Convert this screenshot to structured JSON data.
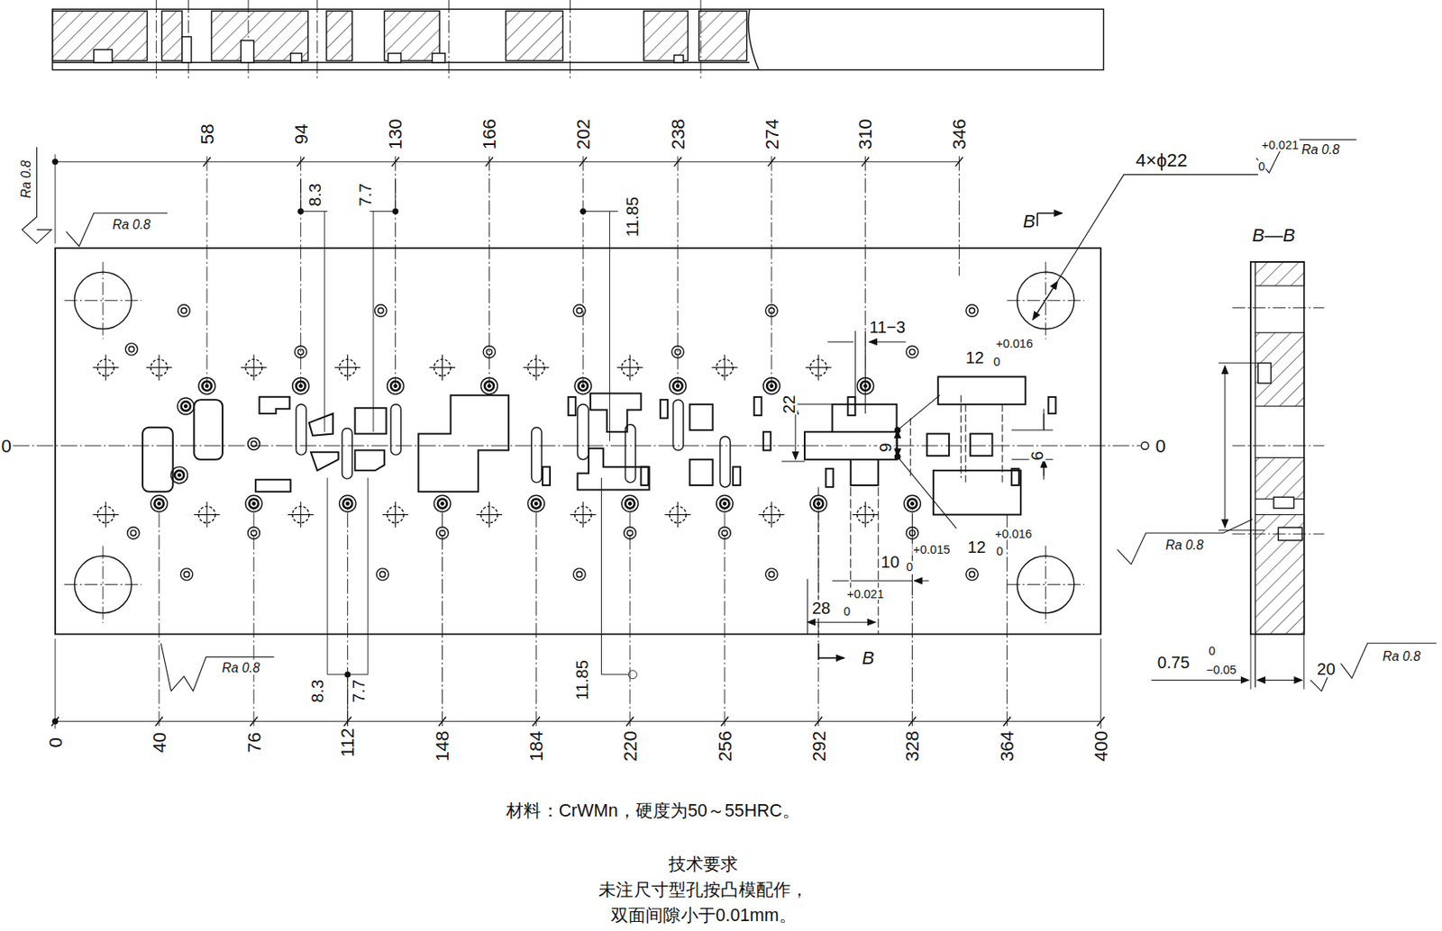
{
  "diagram": {
    "labels": [
      "58",
      "94",
      "130",
      "166",
      "202",
      "238",
      "274",
      "310",
      "346",
      "0",
      "40",
      "76",
      "112",
      "148",
      "184",
      "220",
      "256",
      "292",
      "328",
      "364",
      "400",
      "0",
      "0",
      "8.3",
      "7.7",
      "11.85",
      "8.3",
      "7.7",
      "11.85",
      "11−3",
      "12",
      "+0.016",
      "0",
      "22",
      "9",
      "6",
      "12",
      "+0.016",
      "0",
      "10",
      "+0.015",
      "0",
      "28",
      "+0.021",
      "0",
      "B",
      "B",
      "B—B",
      "4×ϕ22",
      "+0.021",
      "0",
      "Ra 0.8",
      "Ra 0.8",
      "Ra 0.8",
      "Ra 0.8",
      "Ra 0.8",
      "Ra 0.8",
      "0.75",
      "0",
      "−0.05",
      "20",
      "材料：CrWMn，硬度为50～55HRC。",
      "技术要求",
      "未注尺寸型孔按凸模配作，",
      "双面间隙小于0.01mm。"
    ]
  }
}
